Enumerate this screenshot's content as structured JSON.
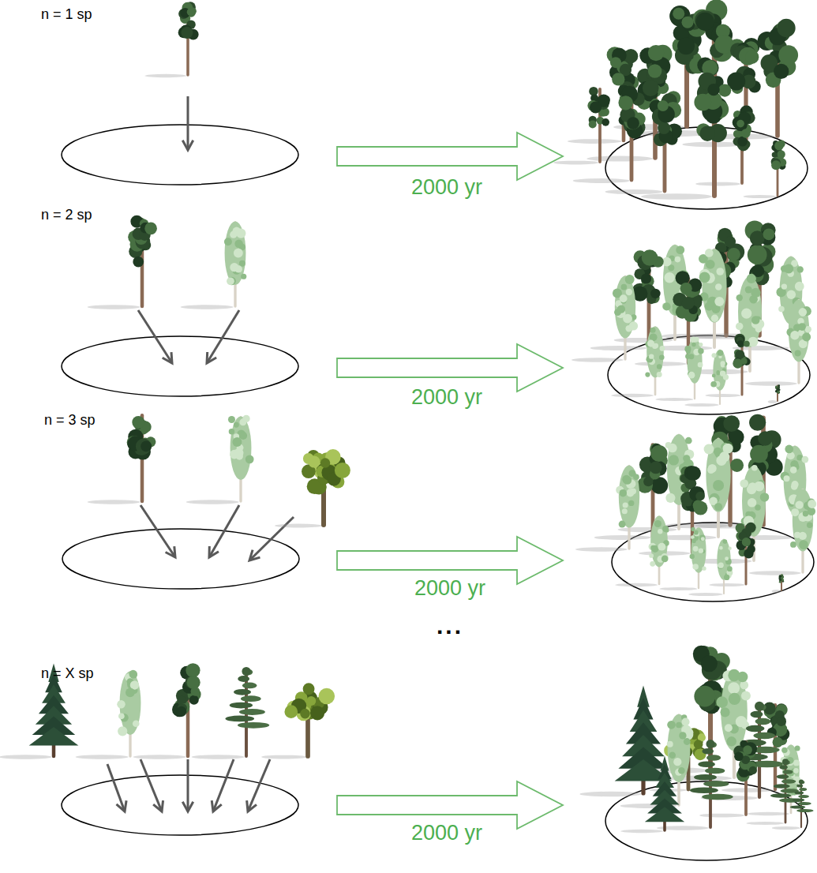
{
  "diagram": {
    "labels": [
      "n = 1 sp",
      "2000 yr",
      "n = 2 sp",
      "2000 yr",
      "n = 3 sp",
      "2000 yr",
      "...",
      "n = X sp",
      "2000 yr"
    ]
  }
}
